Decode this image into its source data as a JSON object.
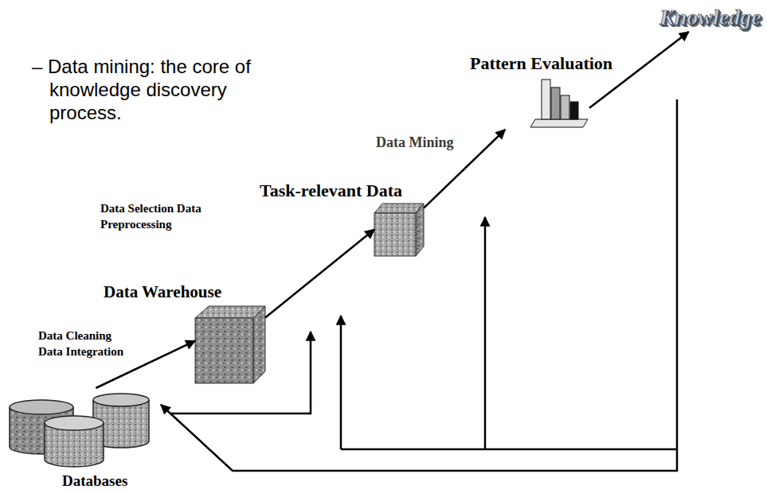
{
  "diagram": {
    "nodes": [
      {
        "text": [
          "Databases"
        ]
      },
      {
        "text": [
          "Data Warehouse"
        ]
      },
      {
        "text": [
          "Task-relevant Data"
        ]
      },
      {
        "text": [
          "Pattern Evaluation"
        ]
      },
      {
        "text": [
          "Knowledge"
        ]
      }
    ],
    "edges": [
      {
        "from": 0,
        "to": 1,
        "arrow": "to",
        "label": "Data Cleaning Data Integration"
      },
      {
        "from": 1,
        "to": 2,
        "arrow": "to",
        "label": "Data Selection Data Preprocessing"
      },
      {
        "from": 2,
        "to": 3,
        "arrow": "to",
        "label": "Data Mining"
      },
      {
        "from": 3,
        "to": 4,
        "arrow": "to"
      }
    ],
    "labels": [
      "– Data mining: the core of knowledge discovery process."
    ]
  }
}
